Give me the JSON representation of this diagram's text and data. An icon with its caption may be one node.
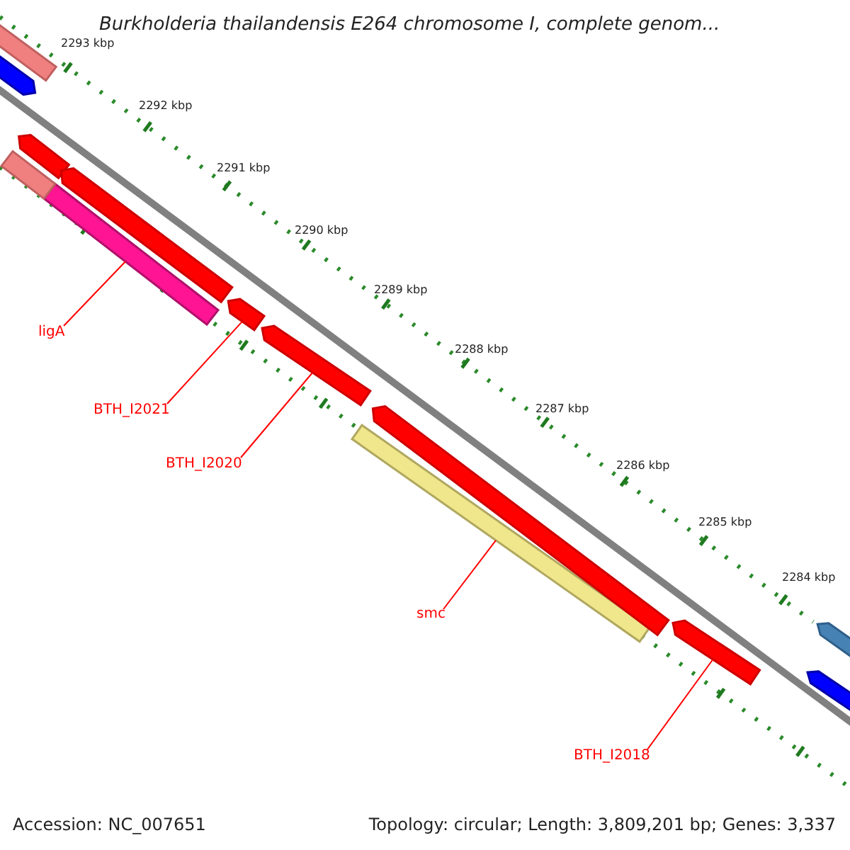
{
  "diagram": {
    "title": "Burkholderia thailandensis E264 chromosome I, complete genom...",
    "nodes": [
      {
        "text": [
          "ligA"
        ]
      },
      {
        "text": [],
        "shape": "bar"
      },
      {
        "text": [
          "BTH_I2021"
        ]
      },
      {
        "text": [],
        "shape": "bar"
      },
      {
        "text": [
          "BTH_I2020"
        ]
      },
      {
        "text": [],
        "shape": "bar"
      },
      {
        "text": [
          "smc"
        ]
      },
      {
        "text": [],
        "shape": "bar"
      },
      {
        "text": [
          "BTH_I2018"
        ]
      },
      {
        "text": [],
        "shape": "bar"
      },
      {
        "text": [],
        "shape": "bar"
      },
      {
        "text": [],
        "shape": "bar"
      },
      {
        "text": [],
        "shape": "bar"
      },
      {
        "text": [],
        "shape": "bar"
      },
      {
        "text": [],
        "shape": "bar"
      },
      {
        "text": [],
        "shape": "bar"
      },
      {
        "text": [],
        "shape": "bar"
      },
      {
        "text": [],
        "shape": "bar"
      }
    ],
    "edges": [
      {
        "from": 0,
        "to": 1,
        "arrow": "none"
      },
      {
        "from": 2,
        "to": 3,
        "arrow": "none"
      },
      {
        "from": 4,
        "to": 5,
        "arrow": "none"
      },
      {
        "from": 6,
        "to": 7,
        "arrow": "none"
      },
      {
        "from": 8,
        "to": 9,
        "arrow": "none"
      }
    ],
    "labels": [
      "2293 kbp",
      "2292 kbp",
      "2291 kbp",
      "2290 kbp",
      "2289 kbp",
      "2288 kbp",
      "2287 kbp",
      "2286 kbp",
      "2285 kbp",
      "2284 kbp",
      "Accession: NC_007651",
      "Topology: circular; Length: 3,809,201 bp; Genes: 3,337"
    ]
  }
}
